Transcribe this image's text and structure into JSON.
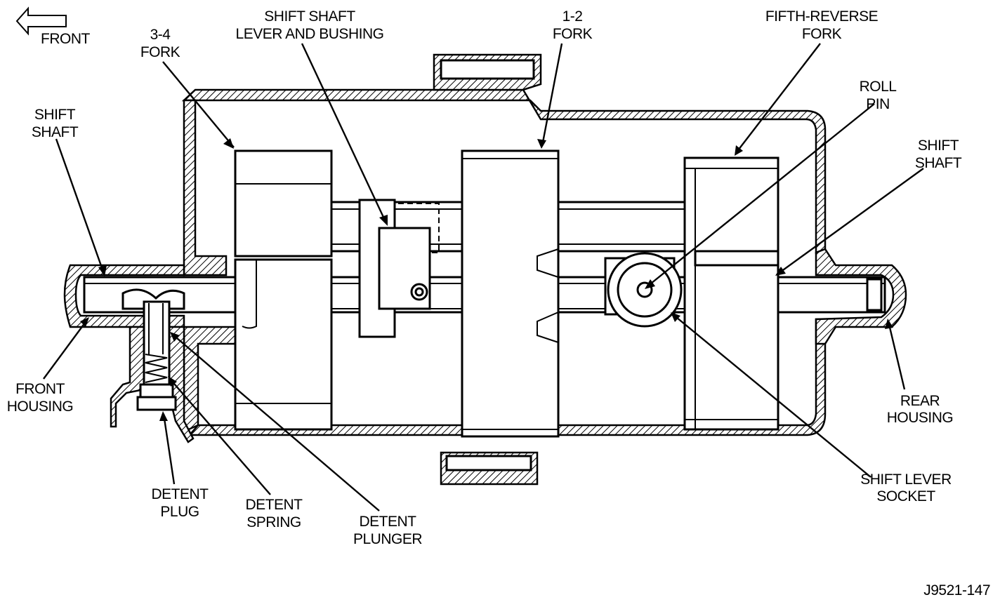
{
  "figure_id": "J9521-147",
  "front_indicator": "FRONT",
  "labels": {
    "shift_shaft_lever": [
      "SHIFT SHAFT",
      "LEVER AND BUSHING"
    ],
    "fork_3_4": [
      "3-4",
      "FORK"
    ],
    "fork_1_2": [
      "1-2",
      "FORK"
    ],
    "fork_fifth_reverse": [
      "FIFTH-REVERSE",
      "FORK"
    ],
    "roll_pin": [
      "ROLL",
      "PIN"
    ],
    "shift_shaft_left": [
      "SHIFT",
      "SHAFT"
    ],
    "shift_shaft_right": [
      "SHIFT",
      "SHAFT"
    ],
    "front_housing": [
      "FRONT",
      "HOUSING"
    ],
    "rear_housing": [
      "REAR",
      "HOUSING"
    ],
    "detent_plug": [
      "DETENT",
      "PLUG"
    ],
    "detent_spring": [
      "DETENT",
      "SPRING"
    ],
    "detent_plunger": [
      "DETENT",
      "PLUNGER"
    ],
    "shift_lever_socket": [
      "SHIFT LEVER",
      "SOCKET"
    ]
  }
}
